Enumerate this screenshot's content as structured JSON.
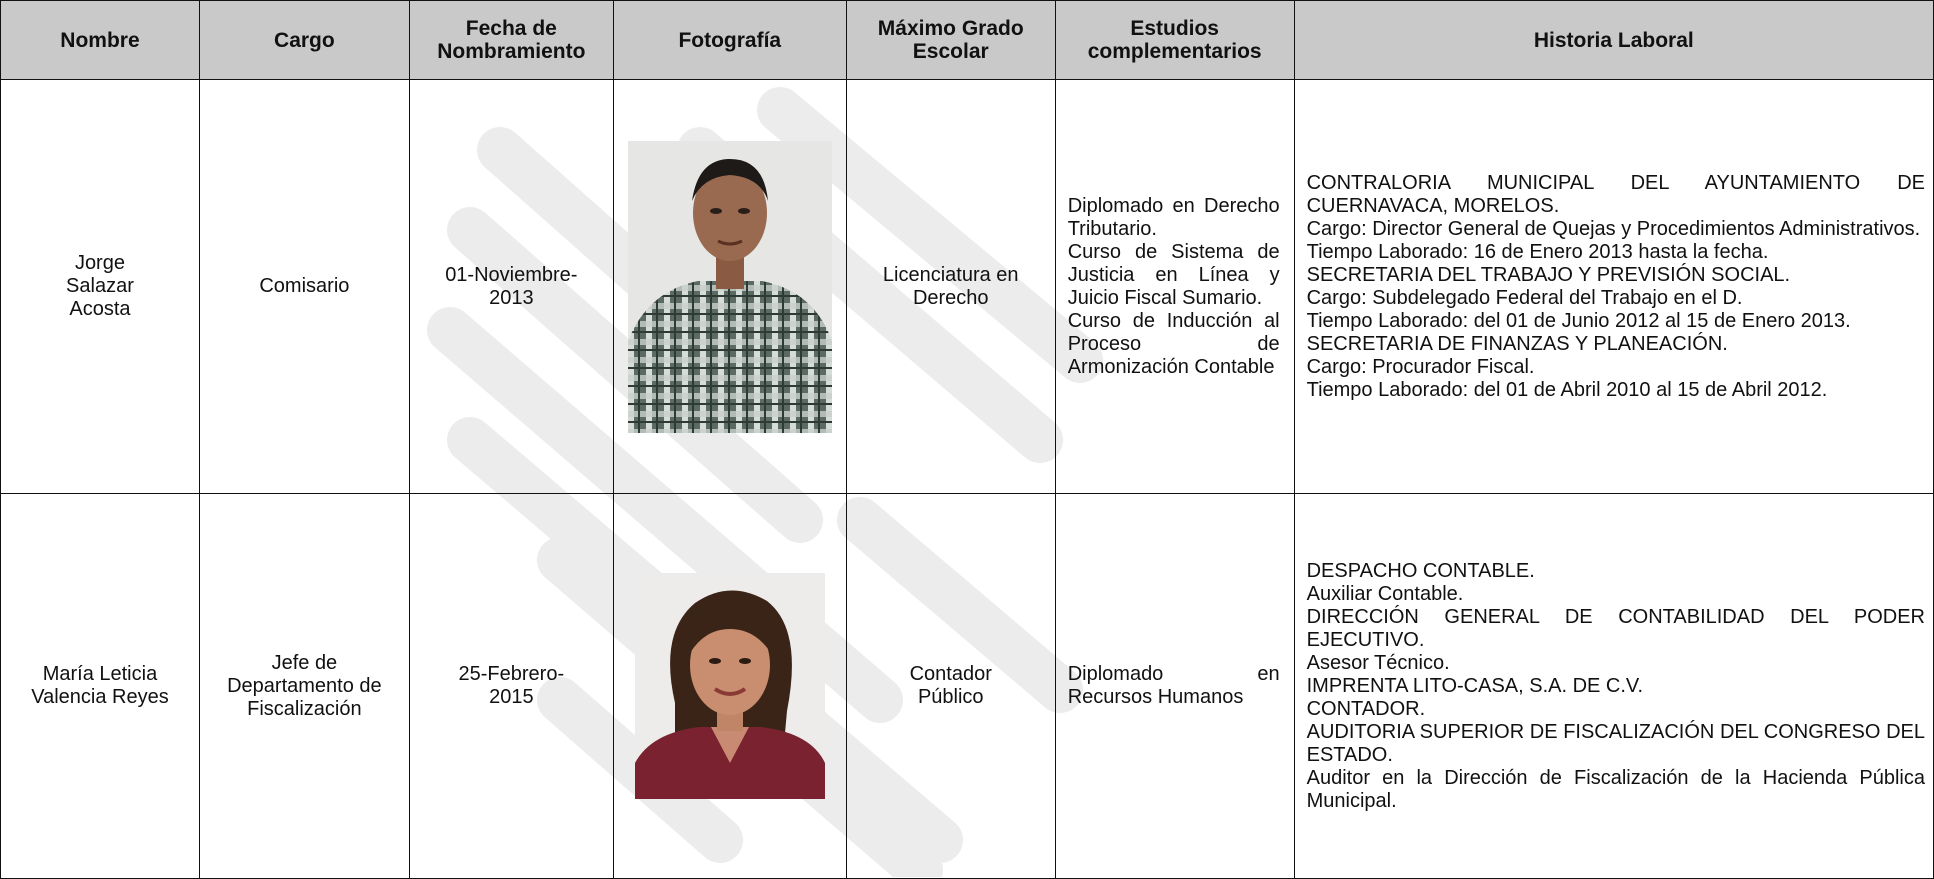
{
  "headers": [
    "Nombre",
    "Cargo",
    "Fecha de Nombramiento",
    "Fotografía",
    "Máximo Grado Escolar",
    "Estudios complementarios",
    "Historia Laboral"
  ],
  "rows": [
    {
      "nombre": "Jorge Salazar Acosta",
      "cargo": "Comisario",
      "fecha": "01-Noviembre-2013",
      "grado": "Licenciatura en Derecho",
      "estudios": [
        "Diplomado en Derecho Tributario.",
        "Curso de Sistema de Justicia en Línea y Juicio Fiscal Sumario.",
        "Curso de Inducción al Proceso de Armonización Contable"
      ],
      "historia": [
        "CONTRALORIA MUNICIPAL DEL AYUNTAMIENTO DE CUERNAVACA, MORELOS.",
        "Cargo: Director General de Quejas y Procedimientos Administrativos.",
        "Tiempo Laborado: 16 de Enero 2013 hasta la fecha.",
        "SECRETARIA DEL TRABAJO Y PREVISIÓN SOCIAL.",
        "Cargo: Subdelegado Federal del Trabajo en el D.",
        "Tiempo Laborado: del 01 de Junio 2012 al 15 de Enero 2013.",
        "SECRETARIA DE FINANZAS Y PLANEACIÓN.",
        "Cargo: Procurador Fiscal.",
        "Tiempo Laborado: del 01 de Abril 2010 al 15  de Abril 2012."
      ]
    },
    {
      "nombre": "María Leticia Valencia Reyes",
      "cargo": "Jefe de Departamento de Fiscalización",
      "fecha": "25-Febrero-2015",
      "grado": "Contador Público",
      "estudios": [
        "Diplomado en Recursos Humanos"
      ],
      "historia": [
        "DESPACHO CONTABLE.",
        "Auxiliar Contable.",
        "DIRECCIÓN GENERAL DE CONTABILIDAD DEL PODER EJECUTIVO.",
        "Asesor Técnico.",
        "IMPRENTA LITO-CASA, S.A. DE C.V.",
        "CONTADOR.",
        "AUDITORIA SUPERIOR DE FISCALIZACIÓN DEL CONGRESO DEL ESTADO.",
        "Auditor en la Dirección de Fiscalización de la Hacienda Pública Municipal."
      ]
    }
  ],
  "colors": {
    "header_bg": "#c9c9c9",
    "border": "#111111",
    "watermark": "#e8e8e8"
  }
}
